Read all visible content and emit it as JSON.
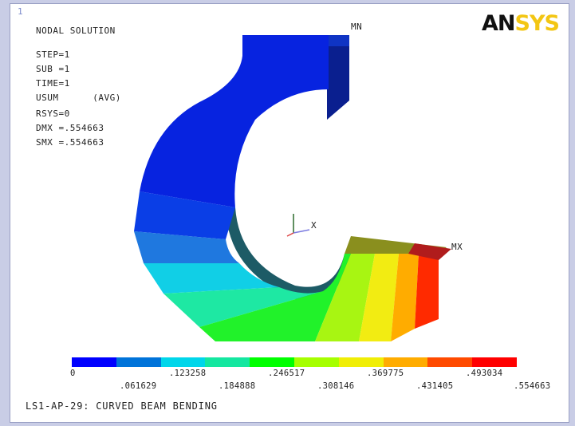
{
  "window_number": "1",
  "info_panel": {
    "title": "NODAL SOLUTION",
    "lines": [
      "STEP=1",
      "SUB =1",
      "TIME=1",
      "USUM      (AVG)",
      "RSYS=0",
      "DMX =.554663",
      "SMX =.554663"
    ]
  },
  "logo": {
    "part1": "AN",
    "part2": "SYS"
  },
  "labels": {
    "min": "MN",
    "max": "MX",
    "axis_x": "X"
  },
  "contour": {
    "colors": [
      "#0000ff",
      "#0073d9",
      "#00d6ea",
      "#14e7a0",
      "#00ff00",
      "#a6ff00",
      "#f0ee05",
      "#ffac00",
      "#ff4a00",
      "#ff0000"
    ],
    "upper_ticks": [
      "0",
      ".123258",
      ".246517",
      ".369775",
      ".493034"
    ],
    "lower_ticks": [
      ".061629",
      ".184888",
      ".308146",
      ".431405",
      ".554663"
    ]
  },
  "caption": "LS1-AP-29: CURVED BEAM BENDING"
}
